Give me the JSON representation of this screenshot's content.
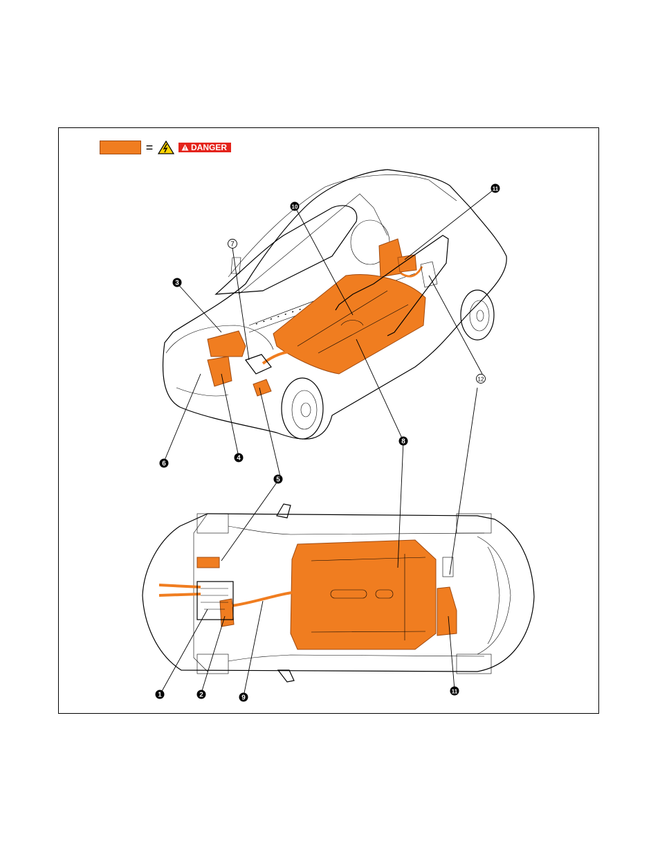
{
  "colors": {
    "hv": "#f07d20",
    "hv_stroke": "#a04a10",
    "danger_bg": "#e4231b",
    "line": "#000000",
    "caution_yellow": "#ffd400"
  },
  "legend": {
    "equals": "=",
    "warning_icon": "high-voltage-warning-icon",
    "danger_label": "DANGER"
  },
  "callouts": {
    "c1": "1",
    "c2": "2",
    "c3": "3",
    "c4": "4",
    "c5": "5",
    "c5b": "5",
    "c6": "6",
    "c7": "7",
    "c8": "8",
    "c8b": "8",
    "c9": "9",
    "c10": "10",
    "c11": "11",
    "c11b": "11",
    "c12": "12"
  }
}
